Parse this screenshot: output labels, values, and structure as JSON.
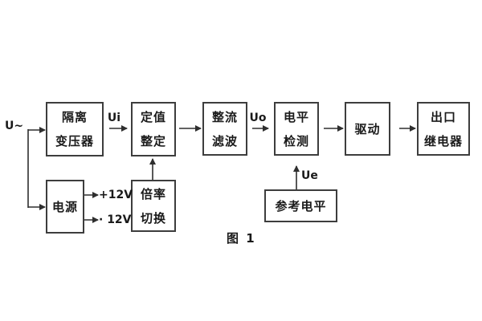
{
  "figure": {
    "caption": "图 1",
    "background_color": "#ffffff",
    "line_color": "#2e2e2e",
    "border_color": "#3d3d3d",
    "text_color": "#1a1a1a"
  },
  "blocks": [
    {
      "id": "isolation-transformer",
      "lines": [
        "隔离",
        "变压器"
      ]
    },
    {
      "id": "setting-adjust",
      "lines": [
        "定值",
        "整定"
      ]
    },
    {
      "id": "rectify-filter",
      "lines": [
        "整流",
        "滤波"
      ]
    },
    {
      "id": "level-detect",
      "lines": [
        "电平",
        "检测"
      ]
    },
    {
      "id": "drive",
      "lines": [
        "驱动"
      ]
    },
    {
      "id": "output-relay",
      "lines": [
        "出口",
        "继电器"
      ]
    },
    {
      "id": "power-supply",
      "lines": [
        "电源"
      ]
    },
    {
      "id": "ratio-switch",
      "lines": [
        "倍率",
        "切换"
      ]
    },
    {
      "id": "reference-level",
      "lines": [
        "参考电平"
      ]
    }
  ],
  "signals": {
    "input": "U~",
    "ui": "Ui",
    "uo": "Uo",
    "ue": "Ue",
    "plus12v": "+12V",
    "minus12v": "· 12V"
  }
}
